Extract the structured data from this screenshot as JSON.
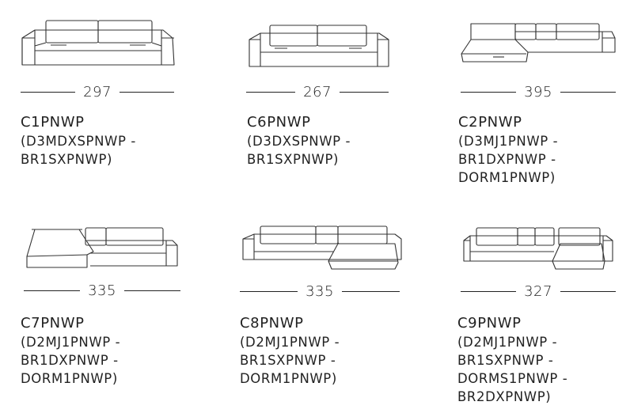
{
  "items": [
    {
      "code": "C1PNWP",
      "dimension": "297",
      "parts": [
        "(D3MDXSPNWP -",
        "BR1SXPNWP)"
      ]
    },
    {
      "code": "C6PNWP",
      "dimension": "267",
      "parts": [
        "(D3DXSPNWP -",
        "BR1SXPNWP)"
      ]
    },
    {
      "code": "C2PNWP",
      "dimension": "395",
      "parts": [
        "(D3MJ1PNWP -",
        "BR1DXPNWP -",
        "DORM1PNWP)"
      ]
    },
    {
      "code": "C7PNWP",
      "dimension": "335",
      "parts": [
        "(D2MJ1PNWP -",
        "BR1DXPNWP -",
        "DORM1PNWP)"
      ]
    },
    {
      "code": "C8PNWP",
      "dimension": "335",
      "parts": [
        "(D2MJ1PNWP -",
        "BR1SXPNWP -",
        "DORM1PNWP)"
      ]
    },
    {
      "code": "C9PNWP",
      "dimension": "327",
      "parts": [
        "(D2MJ1PNWP -",
        "BR1SXPNWP -",
        "DORMS1PNWP -",
        "BR2DXPNWP)"
      ]
    }
  ]
}
